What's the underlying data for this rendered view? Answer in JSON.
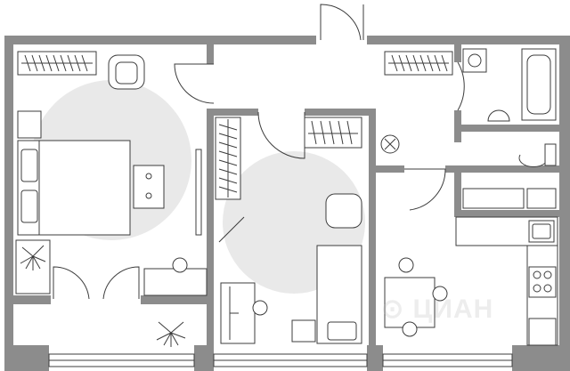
{
  "plan": {
    "colors": {
      "wall": "#8c8c8c",
      "stroke": "#3c3c3c",
      "zone": "#e9e9e9",
      "background": "#ffffff"
    },
    "watermark": {
      "text": "ЦИАН",
      "icon": "cian-logo-icon"
    },
    "rooms": [
      "bedroom",
      "hallway",
      "nursery",
      "kitchen",
      "bathroom",
      "toilet"
    ]
  }
}
